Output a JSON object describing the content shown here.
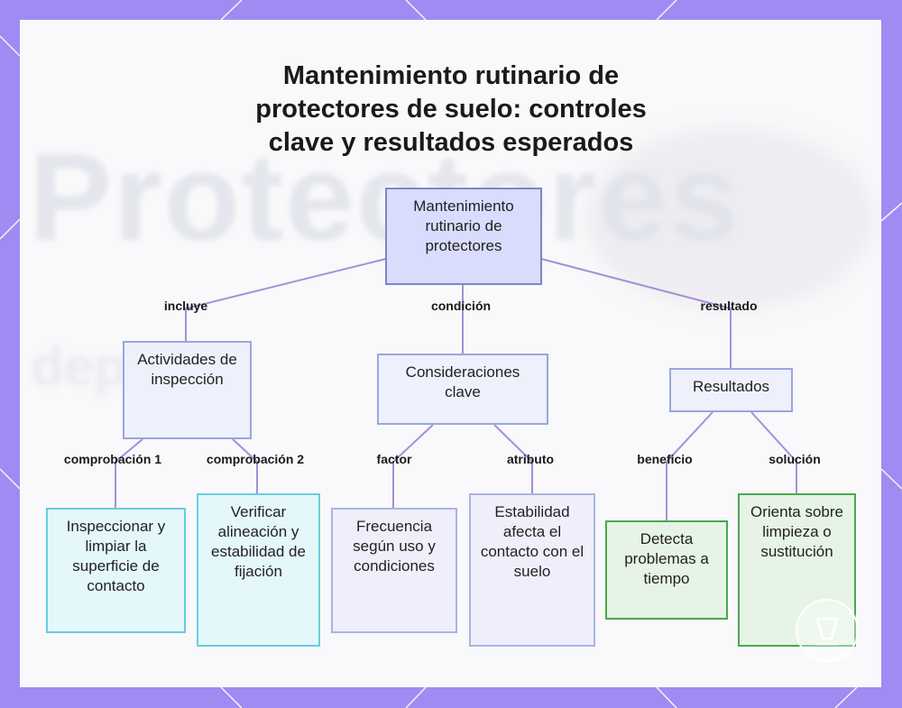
{
  "title": "Mantenimiento rutinario de protectores de suelo: controles clave y resultados esperados",
  "watermark": "Protectores",
  "watermark_sub": "deplace",
  "nodes": {
    "root": "Mantenimiento rutinario de protectores",
    "actividades": "Actividades de inspección",
    "consideraciones": "Consideraciones clave",
    "resultados": "Resultados",
    "inspeccionar": "Inspeccionar y limpiar la superficie de contacto",
    "verificar": "Verificar alineación y estabilidad de fijación",
    "frecuencia": "Frecuencia según uso y condiciones",
    "estabilidad": "Estabilidad afecta el contacto con el suelo",
    "detecta": "Detecta problemas a tiempo",
    "orienta": "Orienta sobre limpieza o sustitución"
  },
  "edges": {
    "incluye": "incluye",
    "condicion": "condición",
    "resultado": "resultado",
    "comprobacion1": "comprobación 1",
    "comprobacion2": "comprobación 2",
    "factor": "factor",
    "atributo": "atributo",
    "beneficio": "beneficio",
    "solucion": "solución"
  },
  "colors": {
    "frame": "#a08bf2",
    "edge": "#a58fd8",
    "root_fill": "#d9dcfc",
    "cyan_border": "#69cde0",
    "green_border": "#4aa84a"
  }
}
